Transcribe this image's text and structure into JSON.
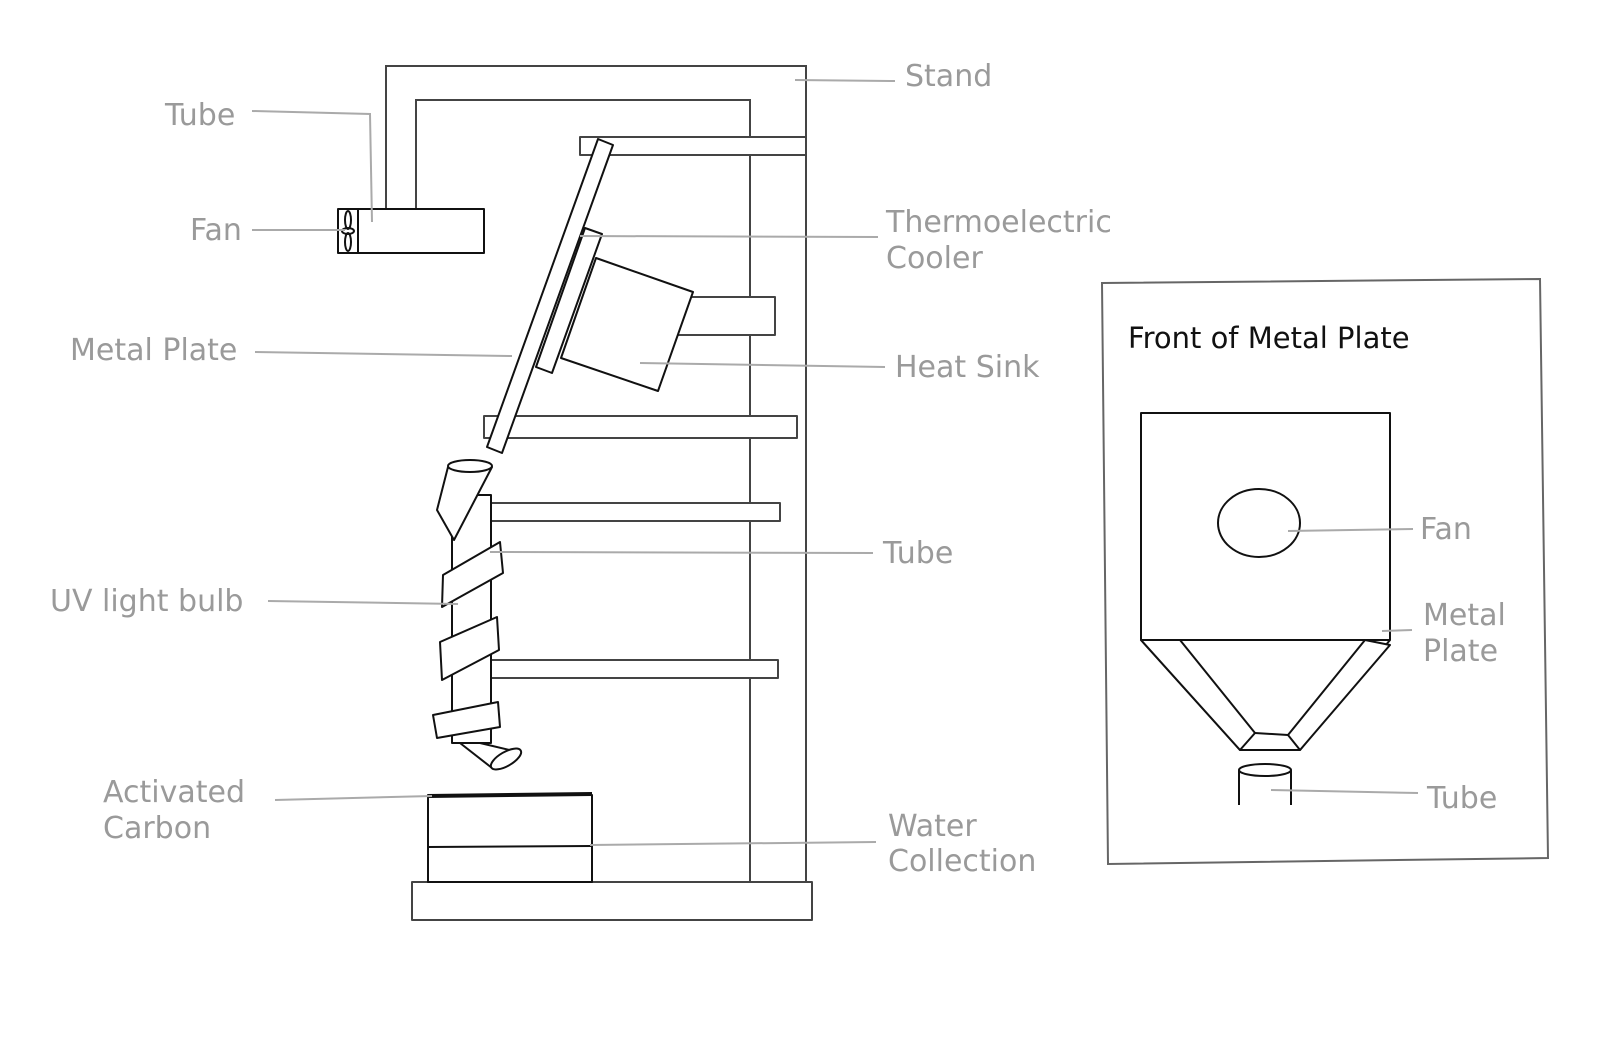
{
  "labels": {
    "stand": "Stand",
    "tube_top": "Tube",
    "fan": "Fan",
    "thermoelectric_cooler": [
      "Thermoelectric",
      "Cooler"
    ],
    "metal_plate": "Metal Plate",
    "heat_sink": "Heat Sink",
    "tube_right": "Tube",
    "uv_light_bulb": "UV light bulb",
    "activated_carbon": [
      "Activated",
      "Carbon"
    ],
    "water_collection": [
      "Water",
      "Collection"
    ]
  },
  "inset": {
    "title": "Front of Metal Plate",
    "fan": "Fan",
    "metal_plate": [
      "Metal",
      "Plate"
    ],
    "tube": "Tube"
  }
}
